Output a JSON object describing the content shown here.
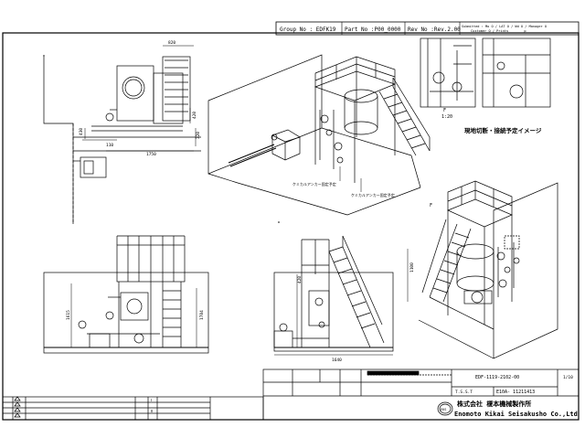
{
  "header": {
    "group_no": "Group No : EDFK19",
    "part_no": "Part No :P00_0000",
    "rev_no": "Rev No :Rev.2.00",
    "submitted_line1": "Submitted :  Mo O / LAT O / Wd O / Manager O",
    "submitted_line2": "Customer O / Prints ______ p"
  },
  "plan_view": {
    "dims": [
      "820",
      "430",
      "420",
      "110",
      "1750",
      "320"
    ]
  },
  "callouts": {
    "detail_label": "F",
    "detail_scale": "1:20",
    "note_jp": "現地切断・接続予定イメージ",
    "anchor_label_1": "ケミカルアンカー固定予定",
    "anchor_label_2": "ケミカルアンカー固定予定",
    "iso_detail_label": "F"
  },
  "front_view": {
    "dims": [
      "1615",
      "1784"
    ]
  },
  "side_view": {
    "dims": [
      "1100",
      "420",
      "1640"
    ]
  },
  "title_block": {
    "drawing_no": "EDF-1119-2102-00",
    "sub_no": "E10A-   11211413",
    "stamp": "T.S.S.T",
    "company_jp": "株式会社  榎本機械製作所",
    "company_en": "Enomoto Kikai Seisakusho   Co.,Ltd",
    "logo": "EKS",
    "scale_label": "1/10",
    "small_cells": [
      "Ⅰ",
      "Ⅱ"
    ]
  }
}
